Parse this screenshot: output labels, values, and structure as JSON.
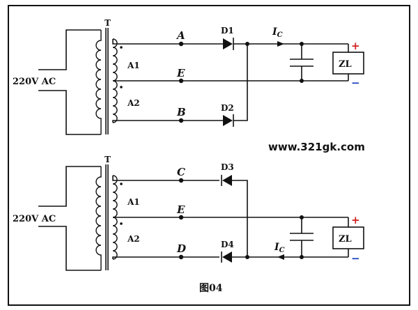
{
  "figure_caption": "图04",
  "website": "www.321gk.com",
  "colors": {
    "positive": "#d11f1f",
    "negative": "#1a3fbf"
  },
  "circuits": [
    {
      "transformer_label": "T",
      "ac_source_label": "220V AC",
      "winding_labels": [
        "A1",
        "A2"
      ],
      "node_labels": {
        "top": "A",
        "middle": "E",
        "bottom": "B"
      },
      "diode_labels": {
        "top": "D1",
        "bottom": "D2"
      },
      "current_label": "I",
      "current_subscript": "C",
      "load_label": "ZL",
      "plus_sign": "+",
      "minus_sign": "−"
    },
    {
      "transformer_label": "T",
      "ac_source_label": "220V AC",
      "winding_labels": [
        "A1",
        "A2"
      ],
      "node_labels": {
        "top": "C",
        "middle": "E",
        "bottom": "D"
      },
      "diode_labels": {
        "top": "D3",
        "bottom": "D4"
      },
      "current_label": "I",
      "current_subscript": "C",
      "load_label": "ZL",
      "plus_sign": "+",
      "minus_sign": "−"
    }
  ]
}
